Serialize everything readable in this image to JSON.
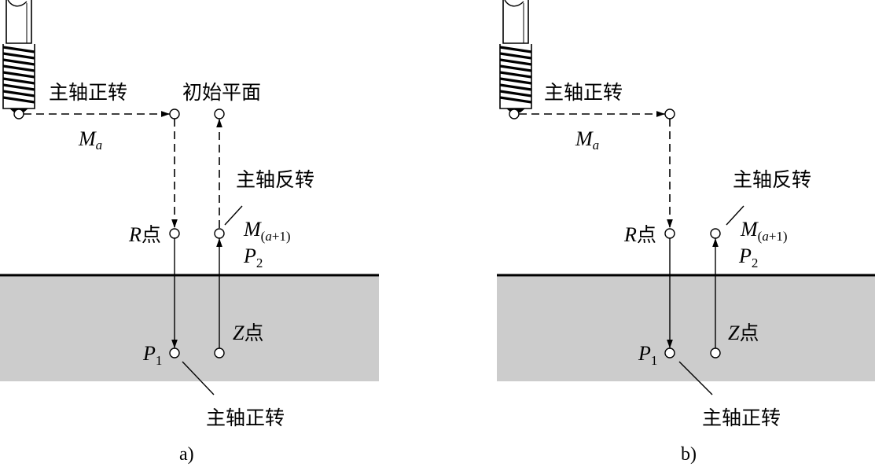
{
  "panel_a": {
    "caption": "a)",
    "spindle_forward_top": "主轴正转",
    "initial_plane": "初始平面",
    "feed_label_m": "M",
    "feed_label_sub": "a",
    "spindle_reverse": "主轴反转",
    "r_point_letter": "R",
    "r_point_suffix": "点",
    "m_letter": "M",
    "m_sub_open": "(",
    "m_sub_a": "a",
    "m_sub_rest": "+1)",
    "p2_letter": "P",
    "p2_sub": "2",
    "z_point_letter": "Z",
    "z_point_suffix": "点",
    "p1_letter": "P",
    "p1_sub": "1",
    "spindle_forward_bottom": "主轴正转"
  },
  "panel_b": {
    "caption": "b)",
    "spindle_forward_top": "主轴正转",
    "feed_label_m": "M",
    "feed_label_sub": "a",
    "spindle_reverse": "主轴反转",
    "r_point_letter": "R",
    "r_point_suffix": "点",
    "m_letter": "M",
    "m_sub_open": "(",
    "m_sub_a": "a",
    "m_sub_rest": "+1)",
    "p2_letter": "P",
    "p2_sub": "2",
    "z_point_letter": "Z",
    "z_point_suffix": "点",
    "p1_letter": "P",
    "p1_sub": "1",
    "spindle_forward_bottom": "主轴正转"
  },
  "colors": {
    "workpiece_fill": "#cccccc",
    "line": "#000000",
    "background": "#ffffff"
  },
  "icons": {
    "tool": "tap-tool-icon"
  }
}
